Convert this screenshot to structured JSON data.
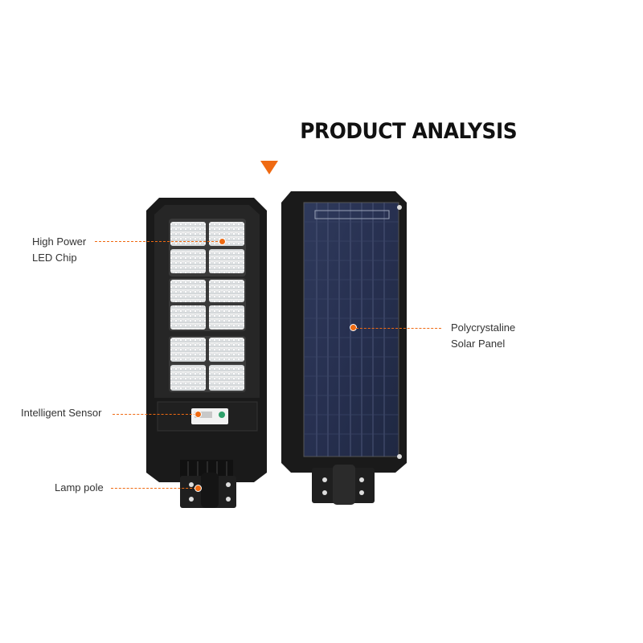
{
  "header": {
    "title": "PRODUCT ANALYSIS"
  },
  "callouts": {
    "led_chip": {
      "line1": "High Power",
      "line2": "LED Chip"
    },
    "sensor": {
      "text": "Intelligent Sensor"
    },
    "pole": {
      "text": "Lamp pole"
    },
    "panel": {
      "line1": "Polycrystaline",
      "line2": "Solar Panel"
    }
  },
  "colors": {
    "accent": "#ef6a12",
    "housing": "#1a1a1a",
    "panel": "#27314e"
  },
  "icons": {
    "arrow": "triangle-down-icon"
  }
}
